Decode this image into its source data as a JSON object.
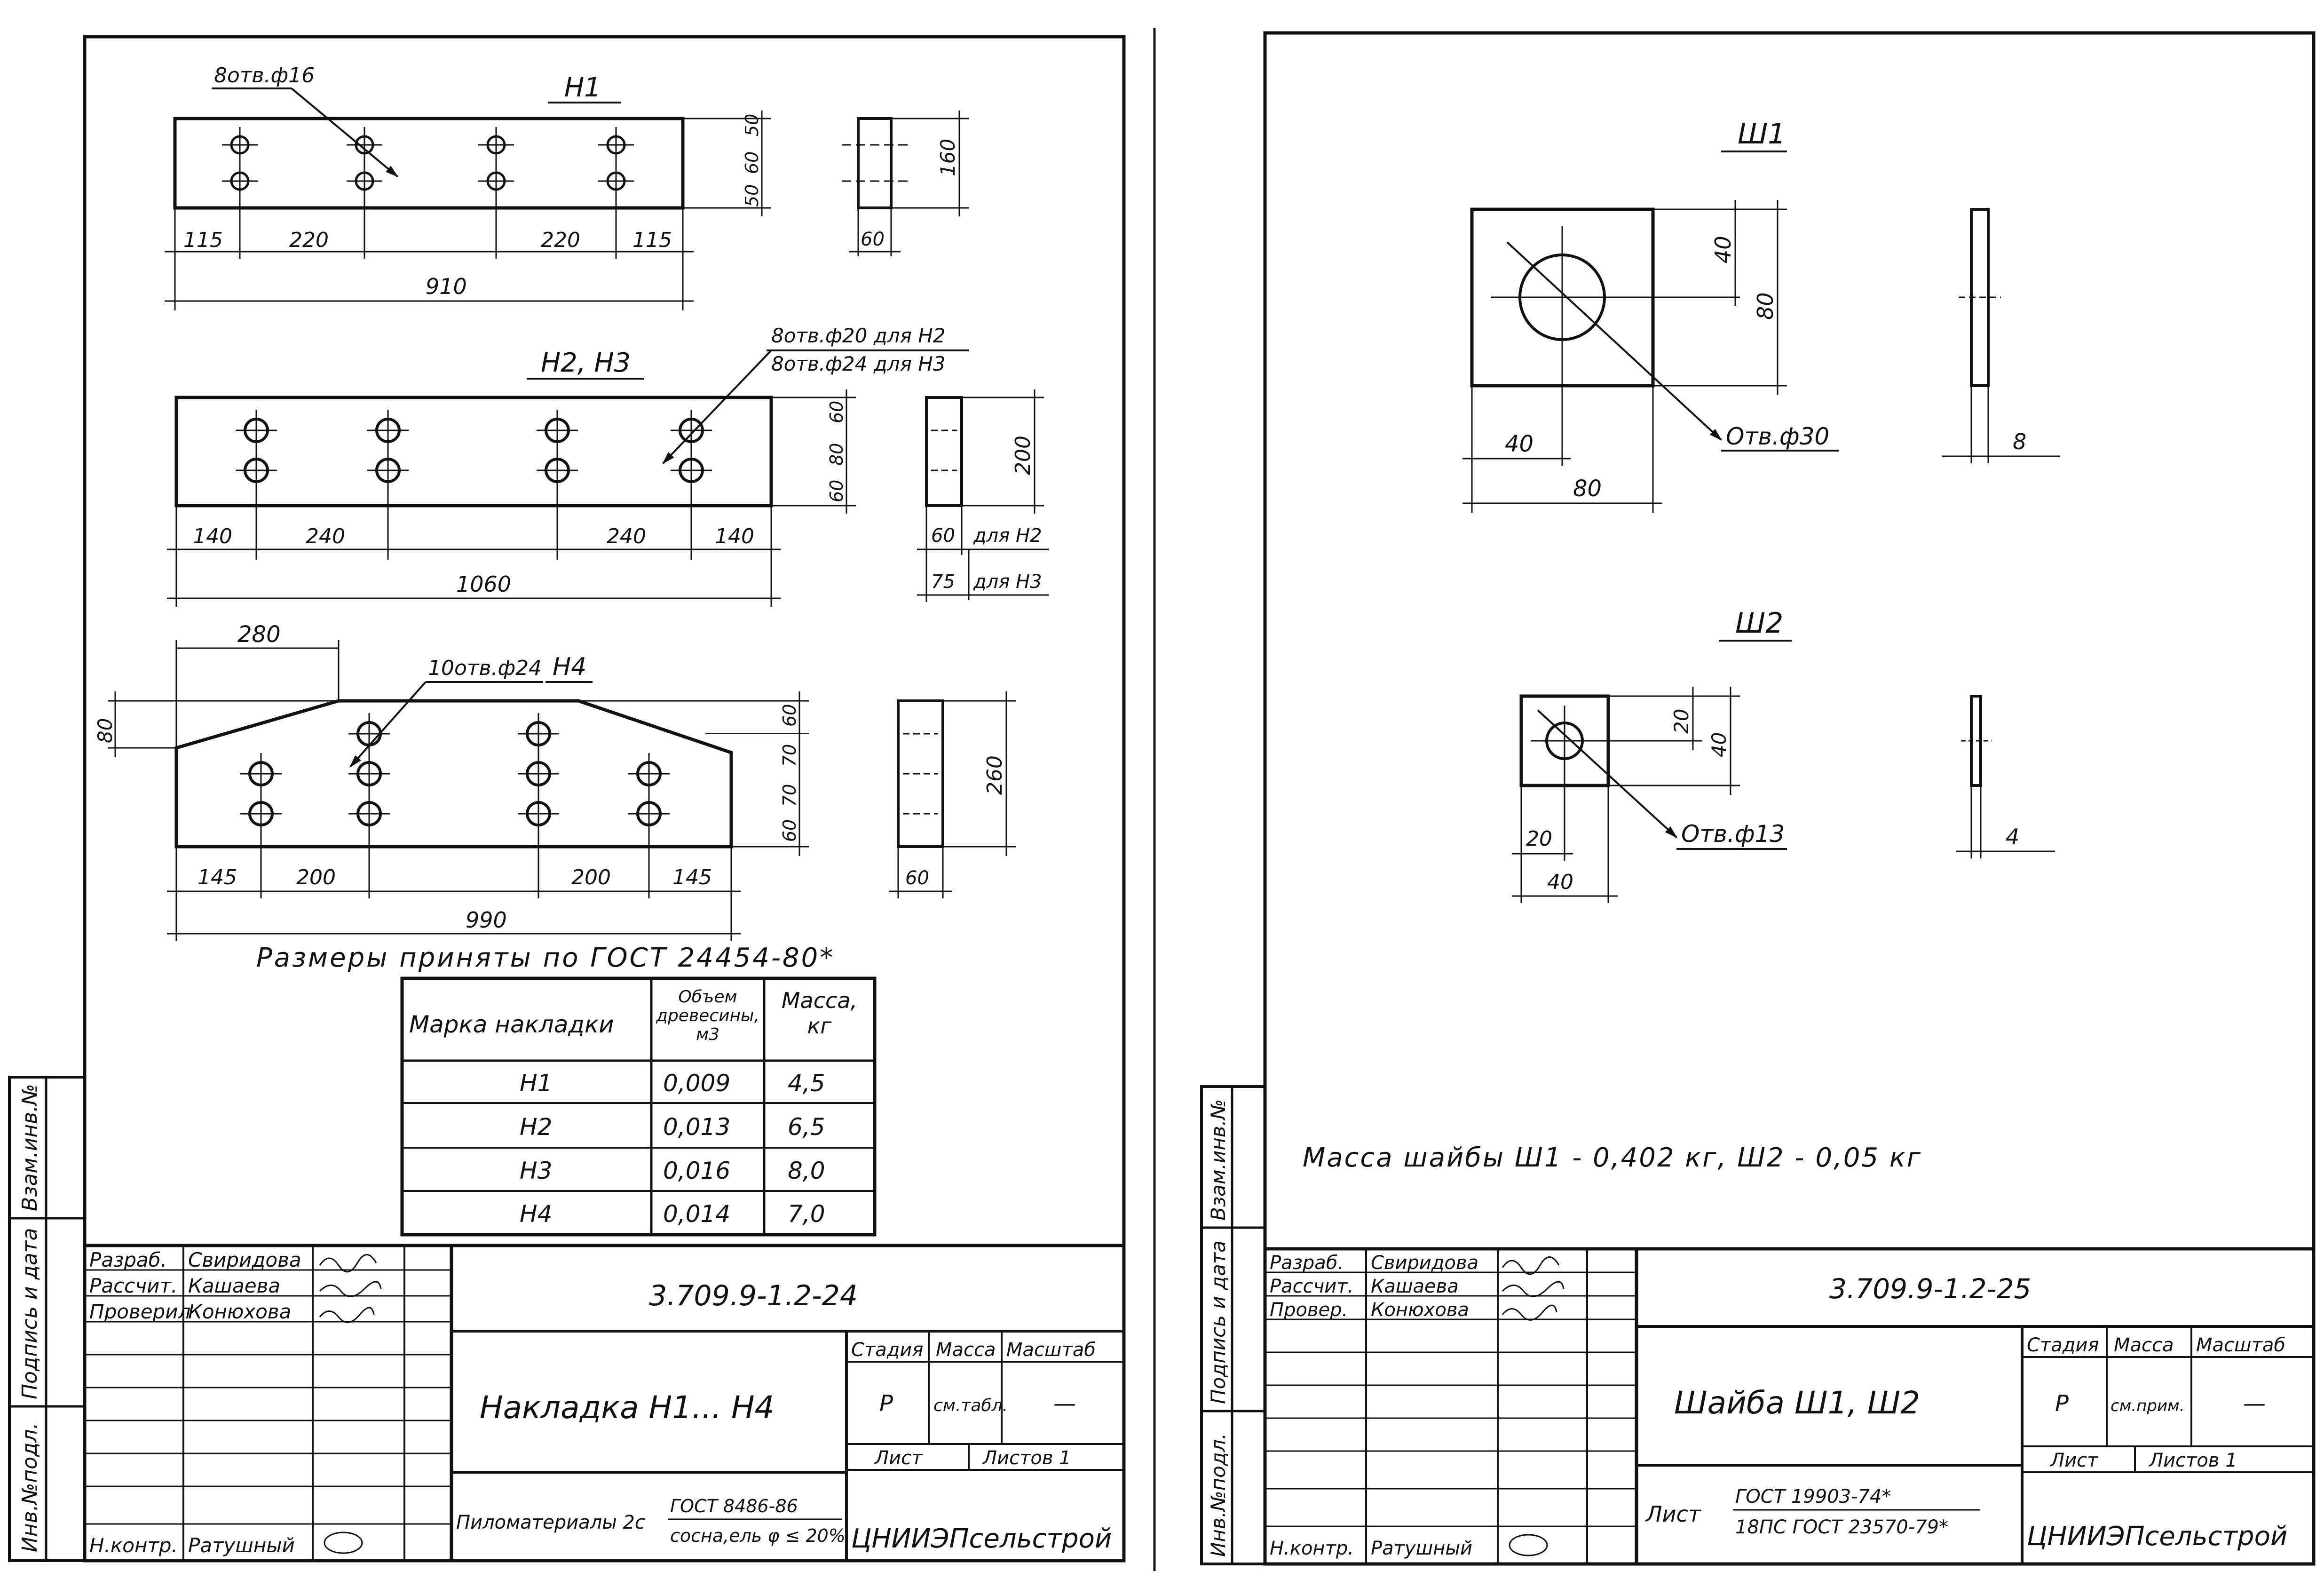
{
  "left_sheet": {
    "h1": {
      "title": "Н1",
      "holes_note": "8отв.ф16",
      "dims_bottom": [
        "115",
        "220",
        "220",
        "115"
      ],
      "total_length": "910",
      "dims_right": [
        "50",
        "60",
        "50"
      ],
      "side_height": "160",
      "side_width": "60"
    },
    "h2h3": {
      "title": "Н2, Н3",
      "holes_note_1": "8отв.ф20 для Н2",
      "holes_note_2": "8отв.ф24 для Н3",
      "dims_bottom": [
        "140",
        "240",
        "240",
        "140"
      ],
      "total_length": "1060",
      "dims_right": [
        "60",
        "80",
        "60"
      ],
      "side_height": "200",
      "side_w_h2": "60",
      "side_w_h2_note": "для Н2",
      "side_w_h3": "75",
      "side_w_h3_note": "для Н3"
    },
    "h4": {
      "title": "Н4",
      "holes_note": "10отв.ф24",
      "top_dim": "280",
      "left_dim": "80",
      "dims_bottom": [
        "145",
        "200",
        "200",
        "145"
      ],
      "total_length": "990",
      "dims_right": [
        "60",
        "70",
        "70",
        "60"
      ],
      "side_height": "260",
      "side_width": "60"
    },
    "note": "Размеры приняты по ГОСТ 24454-80*",
    "table": {
      "headers": [
        "Марка накладки",
        "Объем древесины, м3",
        "Масса, кг"
      ],
      "rows": [
        [
          "Н1",
          "0,009",
          "4,5"
        ],
        [
          "Н2",
          "0,013",
          "6,5"
        ],
        [
          "Н3",
          "0,016",
          "8,0"
        ],
        [
          "Н4",
          "0,014",
          "7,0"
        ]
      ]
    },
    "stamp": {
      "roles": [
        "Разраб.",
        "Рассчит.",
        "Проверил",
        "Н.контр."
      ],
      "names": [
        "Свиридова",
        "Кашаева",
        "Конюхова",
        "Ратушный"
      ],
      "code": "3.709.9-1.2-24",
      "title": "Накладка Н1... Н4",
      "stage_h": "Стадия",
      "mass_h": "Масса",
      "scale_h": "Масштаб",
      "stage": "Р",
      "mass": "см.табл.",
      "scale": "—",
      "sheet_h": "Лист",
      "sheets_h": "Листов 1",
      "material": "Пиломатериалы 2с",
      "material_std": "ГОСТ 8486-86",
      "material_spec": "сосна,ель φ ≤ 20%",
      "org": "ЦНИИЭПсельстрой"
    },
    "side_labels": [
      "Инв.№подл.",
      "Подпись и дата",
      "Взам.инв.№"
    ]
  },
  "right_sheet": {
    "w1": {
      "title": "Ш1",
      "dim_v1": "40",
      "dim_v2": "80",
      "dim_h1": "40",
      "dim_h2": "80",
      "hole": "Отв.ф30",
      "thickness": "8"
    },
    "w2": {
      "title": "Ш2",
      "dim_v1": "20",
      "dim_v2": "40",
      "dim_h1": "20",
      "dim_h2": "40",
      "hole": "Отв.ф13",
      "thickness": "4"
    },
    "note": "Масса шайбы Ш1 - 0,402 кг, Ш2 - 0,05 кг",
    "stamp": {
      "roles": [
        "Разраб.",
        "Рассчит.",
        "Провер.",
        "Н.контр."
      ],
      "names": [
        "Свиридова",
        "Кашаева",
        "Конюхова",
        "Ратушный"
      ],
      "code": "3.709.9-1.2-25",
      "title": "Шайба Ш1, Ш2",
      "stage_h": "Стадия",
      "mass_h": "Масса",
      "scale_h": "Масштаб",
      "stage": "Р",
      "mass": "см.прим.",
      "scale": "—",
      "sheet_h": "Лист",
      "sheets_h": "Листов 1",
      "material_pre": "Лист",
      "material_std": "ГОСТ 19903-74*",
      "material_spec": "18ПС ГОСТ 23570-79*",
      "org": "ЦНИИЭПсельстрой"
    },
    "side_labels": [
      "Инв.№подл.",
      "Подпись и дата",
      "Взам.инв.№"
    ]
  }
}
